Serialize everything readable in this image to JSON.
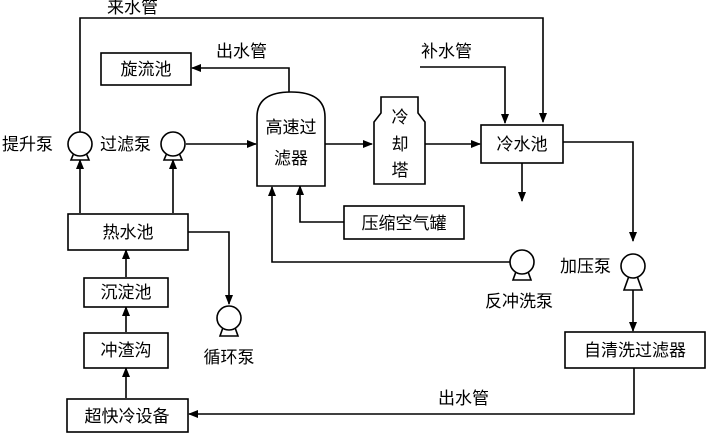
{
  "diagram": {
    "units": {
      "swirl_pool": "旋流池",
      "high_speed_filter_top": "高速过",
      "high_speed_filter_bottom": "滤器",
      "cooling_tower": [
        "冷",
        "却",
        "塔"
      ],
      "cold_pool": "冷水池",
      "compressed_air_tank": "压缩空气罐",
      "hot_pool": "热水池",
      "settling_pool": "沉淀池",
      "flush_ditch": "冲渣沟",
      "super_cold_equipment": "超快冷设备",
      "self_clean_filter": "自清洗过滤器"
    },
    "pumps": {
      "lift_pump": "提升泵",
      "filter_pump": "过滤泵",
      "booster_pump": "加压泵",
      "backwash_pump": "反冲洗泵",
      "circulation_pump": "循环泵"
    },
    "pipes": {
      "inlet_pipe": "来水管",
      "outlet_pipe_top": "出水管",
      "makeup_pipe": "补水管",
      "outlet_pipe_bottom": "出水管"
    }
  }
}
